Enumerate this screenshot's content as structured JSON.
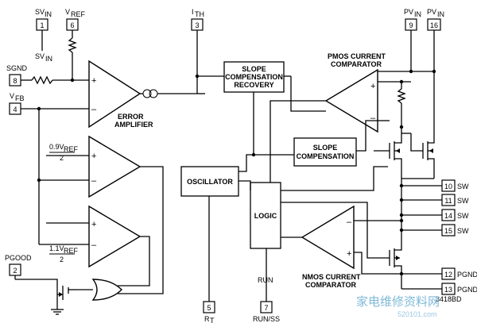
{
  "pins": {
    "svin": {
      "label": "SV",
      "sub": "IN",
      "num": "1"
    },
    "svin_node": {
      "label": "SV",
      "sub": "IN"
    },
    "vref": {
      "label": "V",
      "sub": "REF",
      "num": "6"
    },
    "ith": {
      "label": "I",
      "sub": "TH",
      "num": "3"
    },
    "pvin9": {
      "label": "PV",
      "sub": "IN",
      "num": "9"
    },
    "pvin16": {
      "label": "PV",
      "sub": "IN",
      "num": "16"
    },
    "sgnd": {
      "label": "SGND",
      "num": "8"
    },
    "vfb": {
      "label": "V",
      "sub": "FB",
      "num": "4"
    },
    "pgood": {
      "label": "PGOOD",
      "num": "2"
    },
    "rt": {
      "label": "R",
      "sub": "T",
      "num": "5"
    },
    "runss": {
      "label_top": "RUN",
      "label": "RUN/SS",
      "num": "7"
    },
    "sw10": {
      "label": "SW",
      "num": "10"
    },
    "sw11": {
      "label": "SW",
      "num": "11"
    },
    "sw14": {
      "label": "SW",
      "num": "14"
    },
    "sw15": {
      "label": "SW",
      "num": "15"
    },
    "pgnd12": {
      "label": "PGND",
      "num": "12"
    },
    "pgnd13": {
      "label": "PGND",
      "num": "13"
    }
  },
  "blocks": {
    "slope_recovery": [
      "SLOPE",
      "COMPENSATION",
      "RECOVERY"
    ],
    "slope_comp": [
      "SLOPE",
      "COMPENSATION"
    ],
    "oscillator": "OSCILLATOR",
    "logic": "LOGIC"
  },
  "amplifiers": {
    "error": {
      "lines": [
        "ERROR",
        "AMPLIFIER"
      ],
      "plus": "+",
      "minus": "–"
    },
    "pmos": {
      "lines": [
        "PMOS CURRENT",
        "COMPARATOR"
      ],
      "plus": "+",
      "minus": "–"
    },
    "nmos": {
      "lines": [
        "NMOS CURRENT",
        "COMPARATOR"
      ],
      "plus": "+",
      "minus": "–"
    },
    "comp_low": {
      "plus": "+",
      "minus": "–"
    },
    "comp_high": {
      "plus": "+",
      "minus": "–"
    }
  },
  "ref_labels": {
    "low": {
      "coef": "0.9V",
      "sub": "REF",
      "den": "2"
    },
    "high": {
      "coef": "1.1V",
      "sub": "REF",
      "den": "2"
    }
  },
  "figure_id": "3418BD",
  "watermark": {
    "cn": "家电维修资料网",
    "url": "520101.com"
  }
}
